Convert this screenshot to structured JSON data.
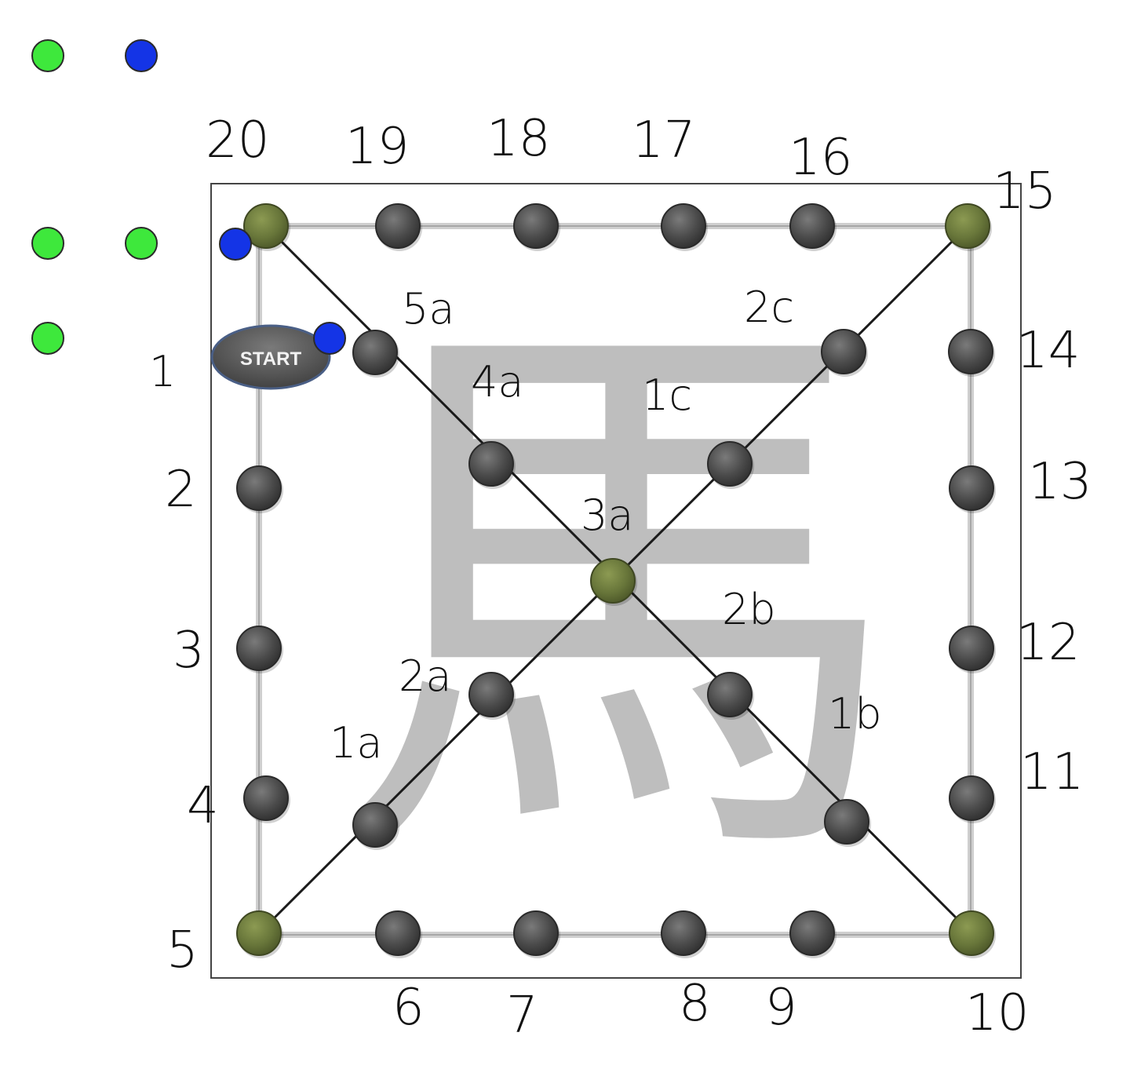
{
  "game": {
    "board_glyph": "馬",
    "start_button_label": "START",
    "colors": {
      "green_piece": "#3ee83c",
      "blue_piece": "#1434e6",
      "corner_node": "#69773a",
      "node": "#4f4f4f",
      "line": "#1b1b1b",
      "glyph": "#b0b0b0",
      "start_button": "#5c5c5c"
    },
    "pieces": [
      {
        "color": "green",
        "count": 4
      },
      {
        "color": "blue",
        "count": 3
      }
    ],
    "labels": {
      "n20": "20",
      "n19": "19",
      "n18": "18",
      "n17": "17",
      "n16": "16",
      "n15": "15",
      "n14": "14",
      "n13": "13",
      "n12": "12",
      "n11": "11",
      "n10": "10",
      "n9": "9",
      "n8": "8",
      "n7": "7",
      "n6": "6",
      "n5": "5",
      "n4": "4",
      "n3": "3",
      "n2": "2",
      "n1": "1",
      "a1": "1a",
      "a2": "2a",
      "a3": "3a",
      "a4": "4a",
      "a5": "5a",
      "b1": "1b",
      "b2": "2b",
      "c1": "1c",
      "c2": "2c"
    }
  }
}
